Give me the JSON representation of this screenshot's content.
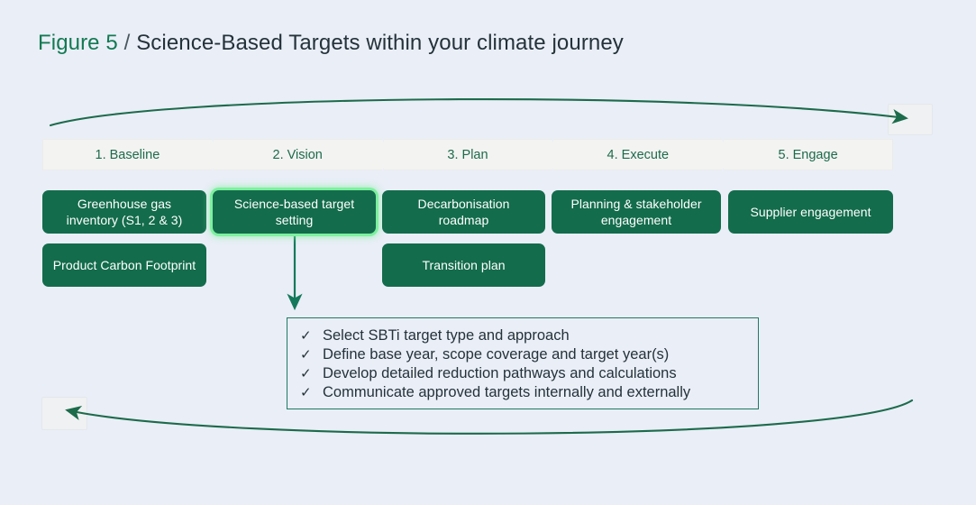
{
  "title": {
    "figure_number": "Figure 5",
    "separator": "/",
    "text": "Science-Based Targets within your climate journey"
  },
  "colors": {
    "background": "#eaeef7",
    "card_green": "#136c4c",
    "accent_green": "#127a52",
    "highlight_glow": "#7ef09f",
    "stage_chip_bg": "#f3f3f2",
    "checklist_border": "#1f7a62",
    "arrow_green": "#1c6b4b",
    "body_text": "#24323a"
  },
  "stages": [
    {
      "label": "1. Baseline"
    },
    {
      "label": "2. Vision"
    },
    {
      "label": "3. Plan"
    },
    {
      "label": "4. Execute"
    },
    {
      "label": "5. Engage"
    }
  ],
  "columns": [
    {
      "stage": "1. Baseline",
      "cards": [
        {
          "label": "Greenhouse gas inventory (S1, 2 & 3)",
          "highlighted": false
        },
        {
          "label": "Product Carbon Footprint",
          "highlighted": false
        }
      ]
    },
    {
      "stage": "2. Vision",
      "cards": [
        {
          "label": "Science-based target setting",
          "highlighted": true
        }
      ]
    },
    {
      "stage": "3. Plan",
      "cards": [
        {
          "label": "Decarbonisation roadmap",
          "highlighted": false
        },
        {
          "label": "Transition plan",
          "highlighted": false
        }
      ]
    },
    {
      "stage": "4. Execute",
      "cards": [
        {
          "label": "Planning & stakeholder engagement",
          "highlighted": false
        }
      ]
    },
    {
      "stage": "5. Engage",
      "cards": [
        {
          "label": "Supplier engagement",
          "highlighted": false
        }
      ]
    }
  ],
  "checklist": {
    "check_glyph": "✓",
    "items": [
      "Select SBTi target type and approach",
      "Define base year, scope coverage and target year(s)",
      "Develop detailed reduction pathways and calculations",
      "Communicate approved targets internally and externally"
    ]
  },
  "arrows": {
    "top_arc_direction": "left-to-right",
    "bottom_arc_direction": "right-to-left",
    "connector_direction": "down"
  }
}
